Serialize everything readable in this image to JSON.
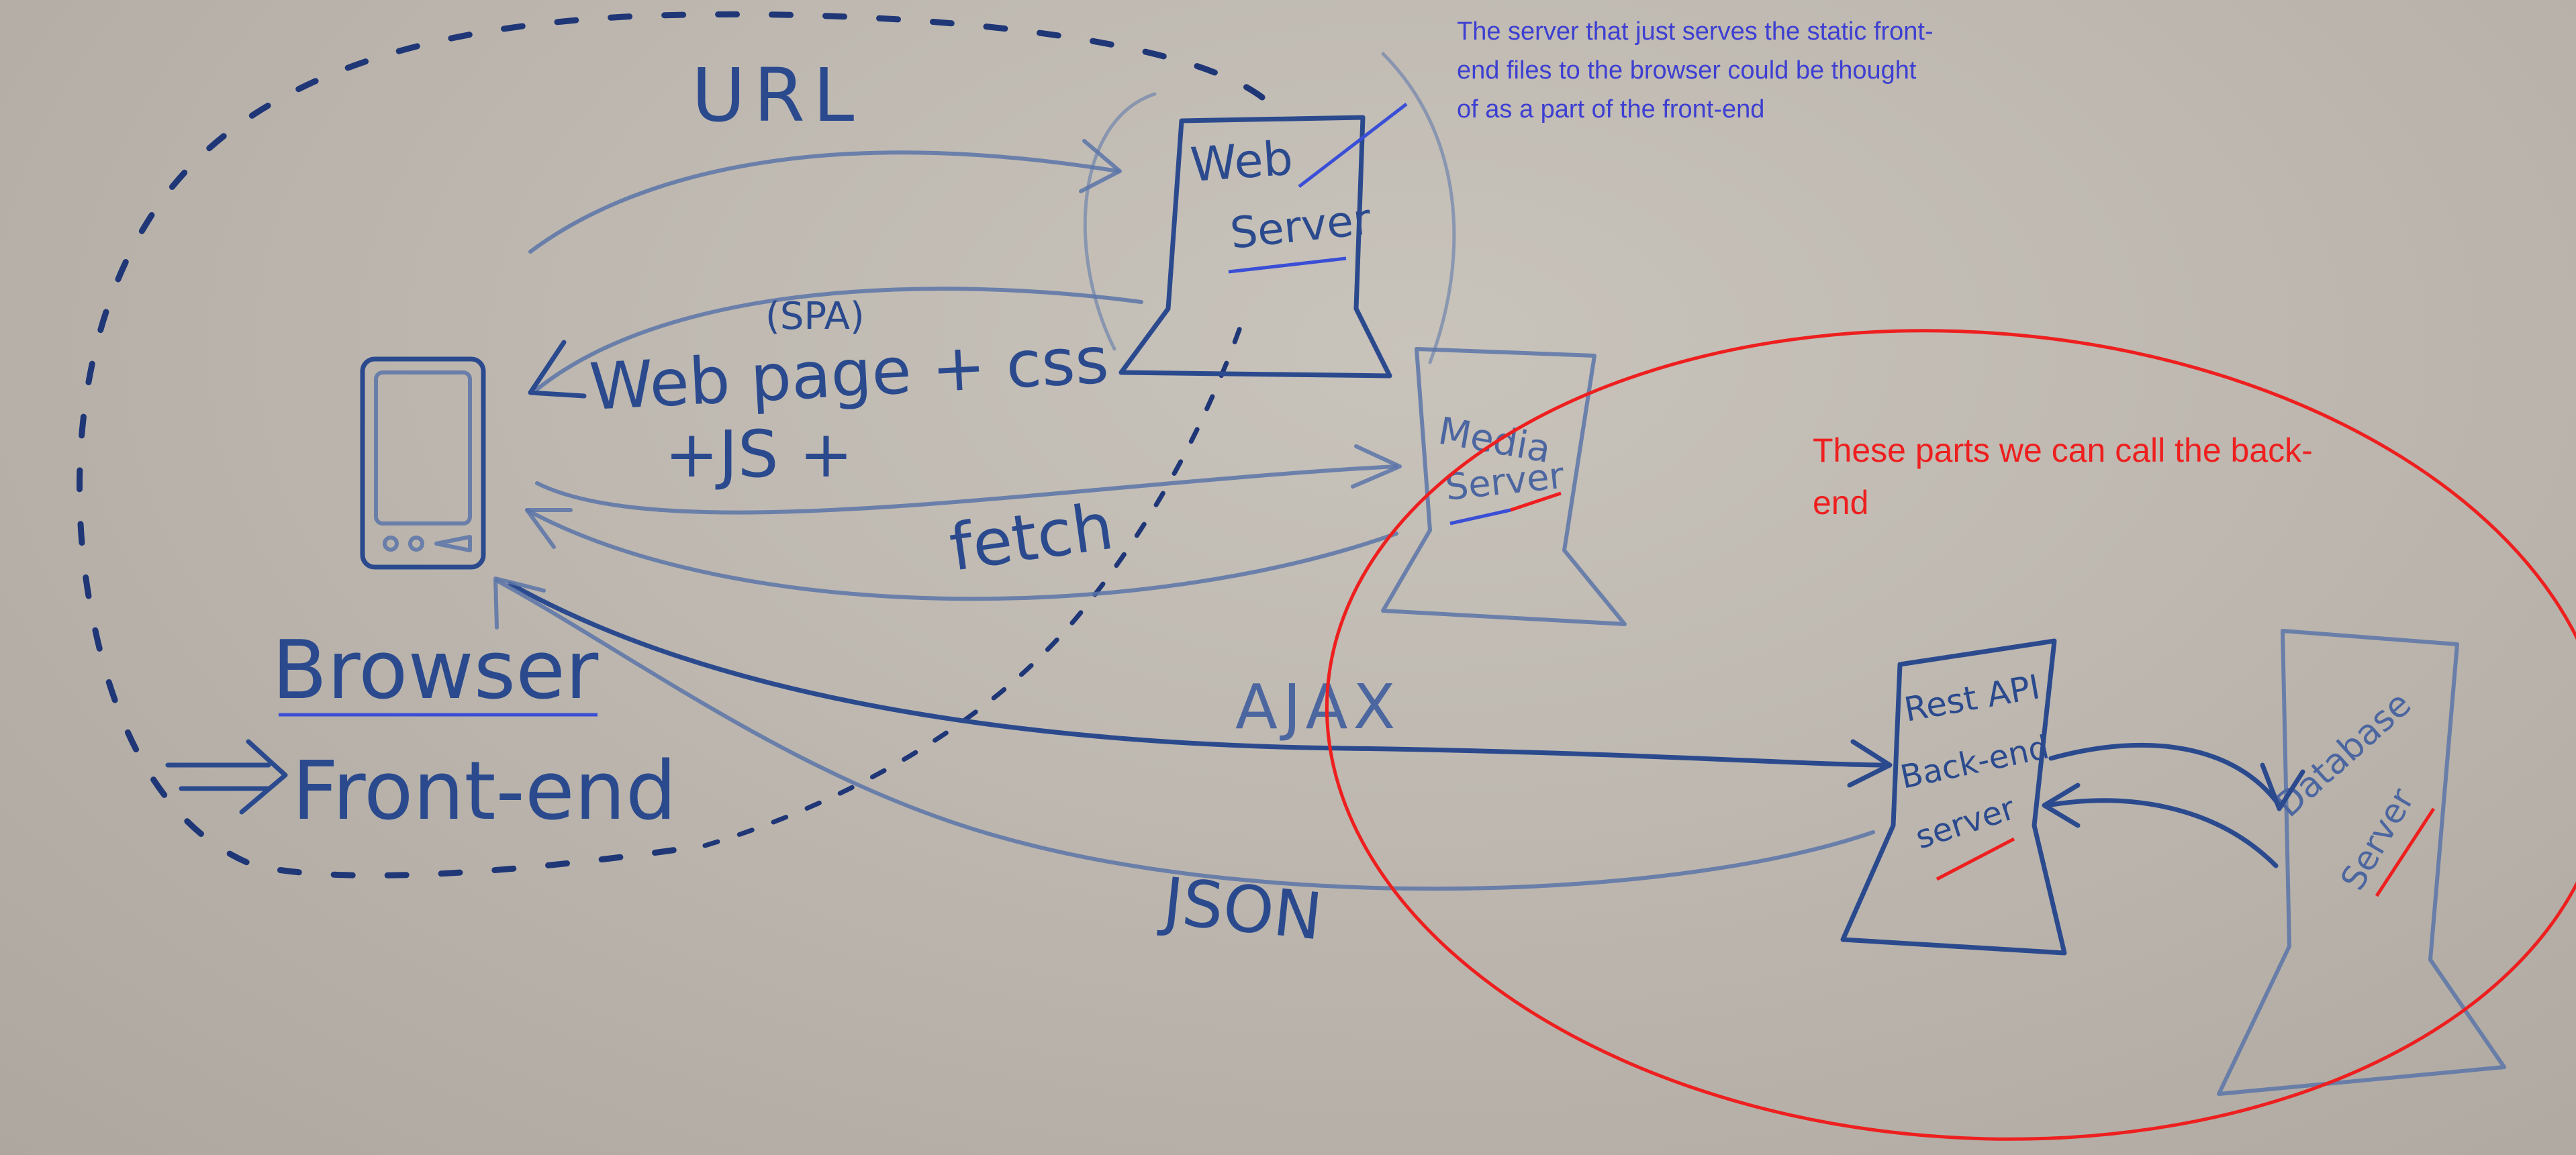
{
  "labels": {
    "url": "URL",
    "web_server_line1": "Web",
    "web_server_line2": "Server",
    "spa": "(SPA)",
    "web_page_line1": "Web page + css",
    "web_page_line2": "+JS +",
    "media_server_line1": "Media",
    "media_server_line2": "Server",
    "fetch": "fetch",
    "browser": "Browser",
    "front_end": "Front-end",
    "ajax": "AJAX",
    "json": "JSON",
    "rest_api_line1": "Rest API",
    "rest_api_line2": "Back-end",
    "rest_api_line3": "server",
    "database_line1": "Database",
    "database_line2": "Server"
  },
  "annotations": {
    "front_end_note": "The server that just serves the static front-end files to the browser could be thought of as a part of the front-end",
    "back_end_note": "These parts we can call the back-end"
  },
  "colors": {
    "marker_blue": "#2b4a8e",
    "annotation_blue": "#3d3fd1",
    "annotation_red": "#ee1f1f",
    "whiteboard": "#bdb7af"
  }
}
